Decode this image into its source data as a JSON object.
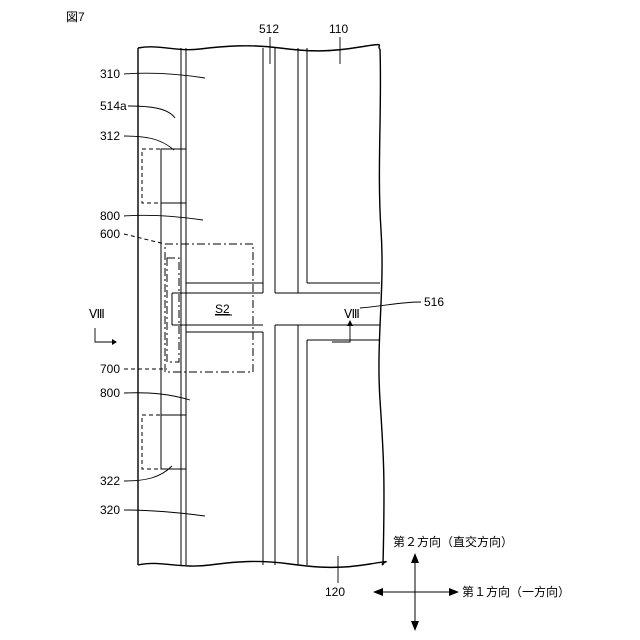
{
  "figure_label": "図7",
  "labels": {
    "l512": "512",
    "l110": "110",
    "l310": "310",
    "l514a": "514a",
    "l312": "312",
    "l800a": "800",
    "l600": "600",
    "l516": "516",
    "l700": "700",
    "l800b": "800",
    "l322": "322",
    "l320": "320",
    "l120": "120",
    "s2": "S2",
    "sec_left": "Ⅷ",
    "sec_right": "Ⅷ"
  },
  "directions": {
    "second": "第２方向（直交方向）",
    "first": "第１方向（一方向）"
  }
}
